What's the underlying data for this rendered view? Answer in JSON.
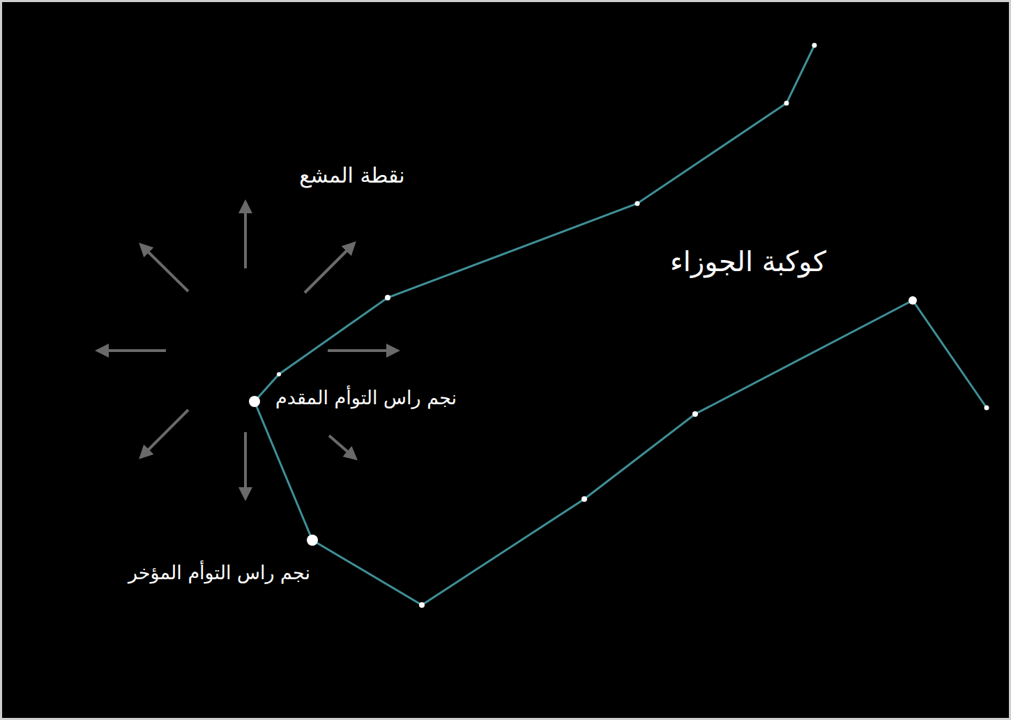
{
  "diagram": {
    "labels": [
      "نقطة المشع",
      "كوكبة الجوزاء",
      "نجم راس التوأم المقدم",
      "نجم راس التوأم المؤخر"
    ]
  }
}
